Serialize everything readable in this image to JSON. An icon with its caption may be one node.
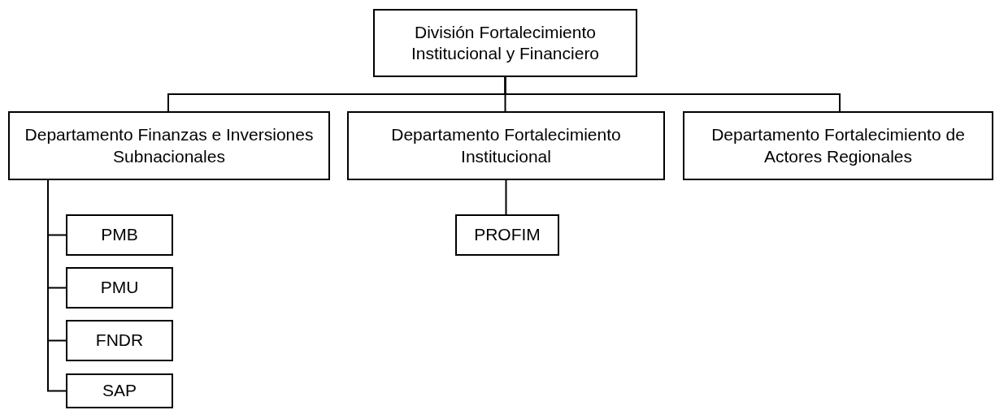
{
  "diagram": {
    "nodes": [
      {
        "text": [
          "División Fortalecimiento Institucional y Financiero"
        ]
      },
      {
        "text": [
          "Departamento Finanzas e Inversiones Subnacionales"
        ]
      },
      {
        "text": [
          "Departamento Fortalecimiento Institucional"
        ]
      },
      {
        "text": [
          "Departamento Fortalecimiento de Actores Regionales"
        ]
      },
      {
        "text": [
          "PMB"
        ]
      },
      {
        "text": [
          "PMU"
        ]
      },
      {
        "text": [
          "FNDR"
        ]
      },
      {
        "text": [
          "SAP"
        ]
      },
      {
        "text": [
          "PROFIM"
        ]
      }
    ],
    "edges": [
      {
        "from": 0,
        "to": 1,
        "arrow": "none"
      },
      {
        "from": 0,
        "to": 2,
        "arrow": "none"
      },
      {
        "from": 0,
        "to": 3,
        "arrow": "none"
      },
      {
        "from": 1,
        "to": 4,
        "arrow": "none"
      },
      {
        "from": 1,
        "to": 5,
        "arrow": "none"
      },
      {
        "from": 1,
        "to": 6,
        "arrow": "none"
      },
      {
        "from": 1,
        "to": 7,
        "arrow": "none"
      },
      {
        "from": 2,
        "to": 8,
        "arrow": "none"
      }
    ]
  }
}
